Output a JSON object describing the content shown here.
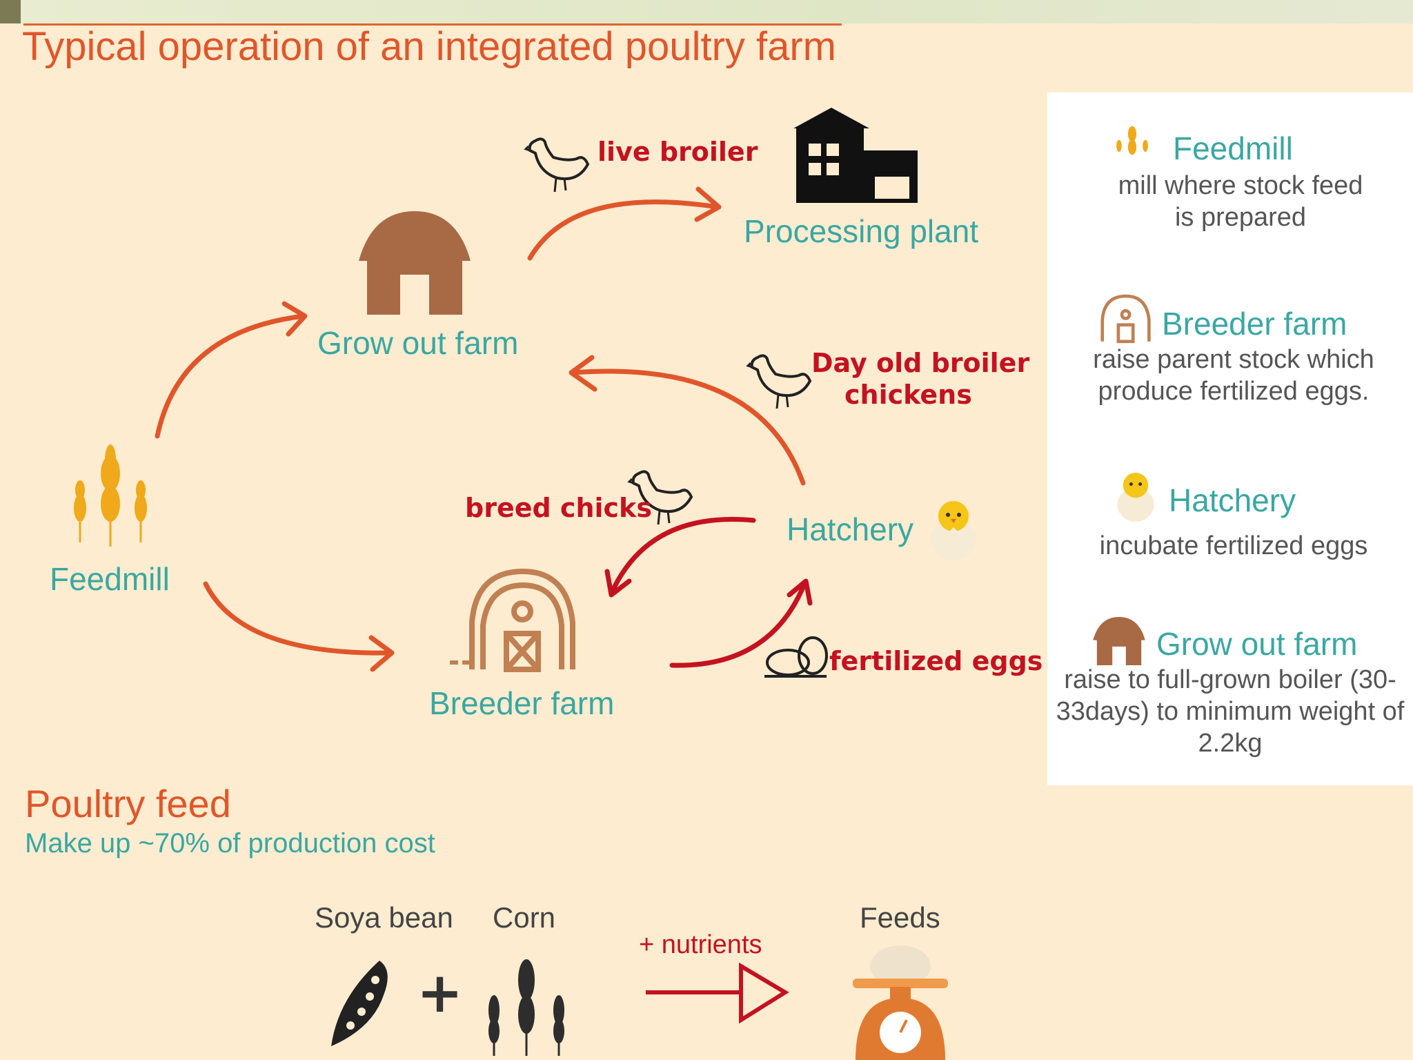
{
  "title": "Typical operation of an integrated poultry farm",
  "nodes": {
    "processing_plant": "Processing plant",
    "grow_out_farm": "Grow out farm",
    "feedmill": "Feedmill",
    "hatchery": "Hatchery",
    "breeder_farm": "Breeder farm"
  },
  "flows": {
    "live_broiler": "live broiler",
    "day_old_line1": "Day old broiler",
    "day_old_line2": "chickens",
    "breed_chicks": "breed chicks",
    "fertilized_eggs": "fertilized eggs"
  },
  "legend": [
    {
      "title": "Feedmill",
      "desc": "mill where stock feed is prepared",
      "icon": "wheat-icon"
    },
    {
      "title": "Breeder farm",
      "desc": "raise parent stock which produce fertilized eggs.",
      "icon": "barn-outline-icon"
    },
    {
      "title": "Hatchery",
      "desc": "incubate fertilized eggs",
      "icon": "chick-icon"
    },
    {
      "title": "Grow out farm",
      "desc": "raise to full-grown boiler (30-33days) to minimum weight of 2.2kg",
      "icon": "barn-icon"
    }
  ],
  "feed": {
    "title": "Poultry feed",
    "subtitle": "Make up ~70% of production cost",
    "soya": "Soya bean",
    "corn": "Corn",
    "plus": "+",
    "nutrients": "+ nutrients",
    "feeds": "Feeds"
  },
  "colors": {
    "background": "#fdecd0",
    "title": "#e0562a",
    "node_text": "#3aa7a2",
    "flow_text": "#c41220",
    "arrow_orange": "#e0562a",
    "arrow_red": "#c41220",
    "barn_brown": "#a86a45"
  }
}
